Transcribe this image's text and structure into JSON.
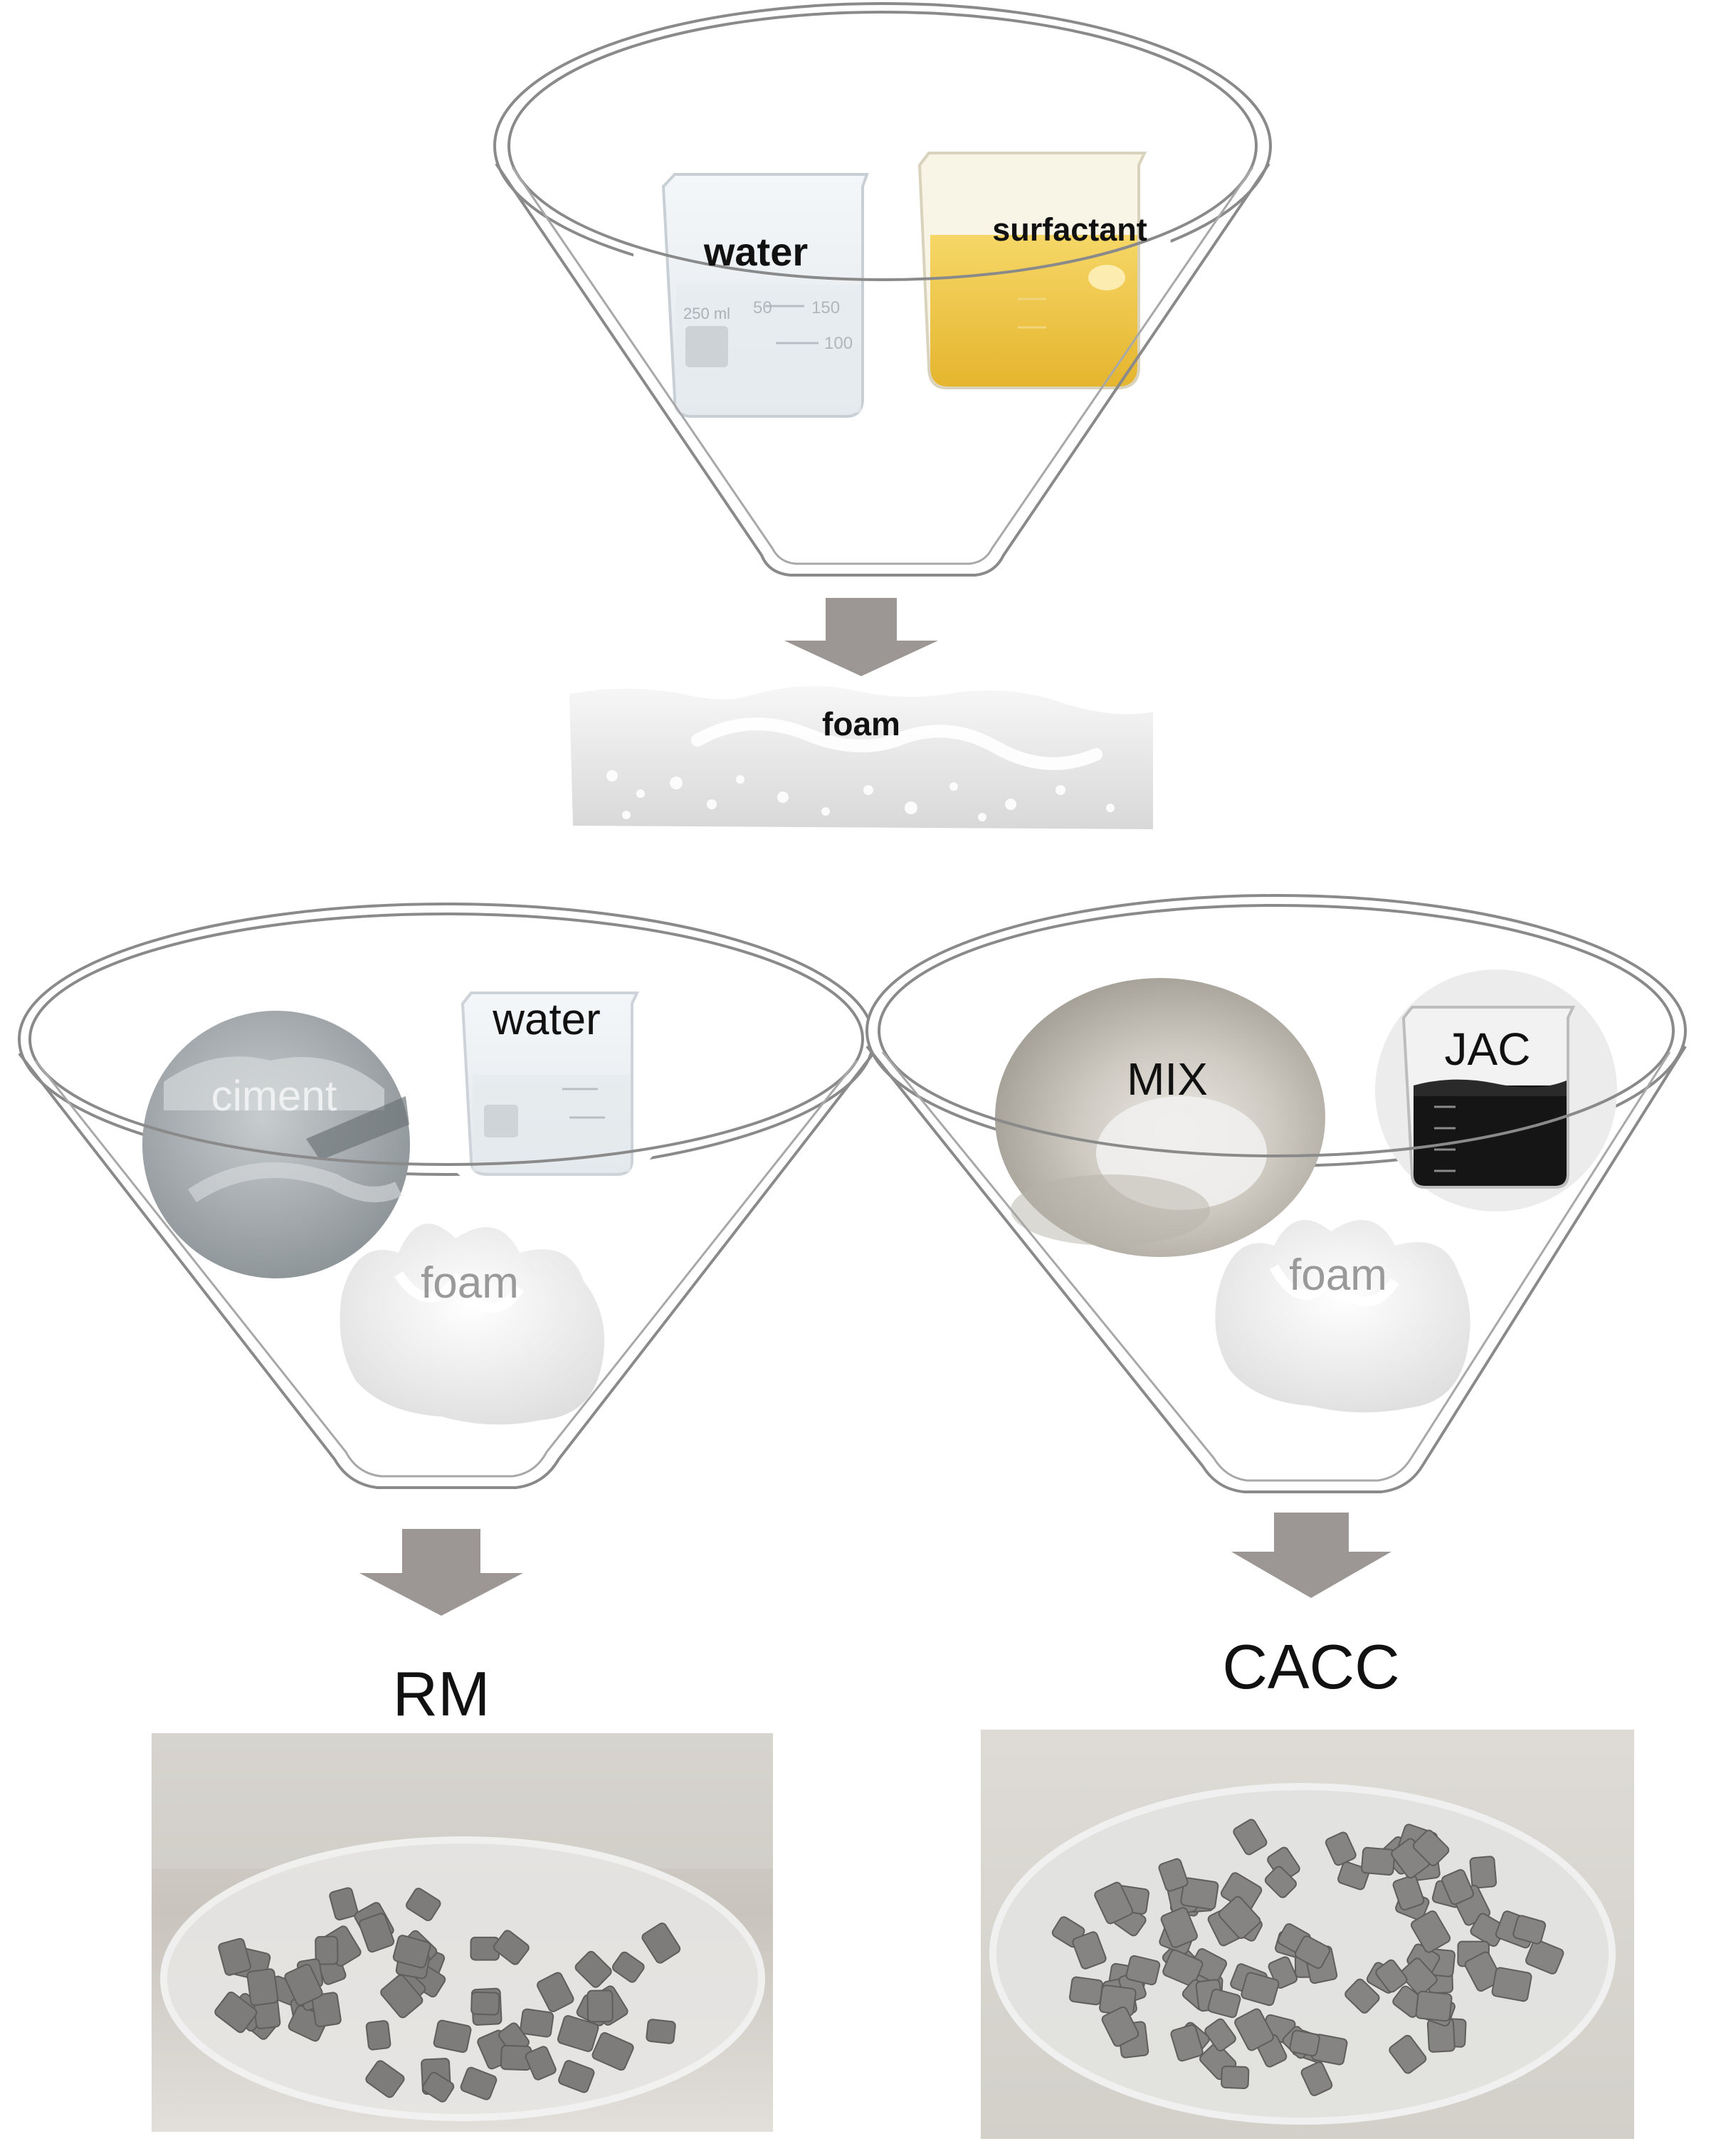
{
  "stage1": {
    "inputs": {
      "water": "water",
      "surfactant": "surfactant"
    },
    "beaker_marks": {
      "volume": "250 ml",
      "mark_50": "50",
      "mark_150": "150",
      "mark_100": "100"
    },
    "output": "foam"
  },
  "stage2_left": {
    "inputs": {
      "ciment": "ciment",
      "water": "water",
      "foam": "foam"
    },
    "product": "RM"
  },
  "stage2_right": {
    "inputs": {
      "mix": "MIX",
      "jac": "JAC",
      "foam": "foam"
    },
    "product": "CACC"
  },
  "colors": {
    "funnel_stroke": "#8a8a8a",
    "arrow": "#9c9794",
    "surfactant_liquid": "#eac13a",
    "jac_liquid": "#151515",
    "cement": "#a7adb0",
    "petri_glass": "#e4e4e4",
    "sample_gray": "#7d7c7a"
  }
}
